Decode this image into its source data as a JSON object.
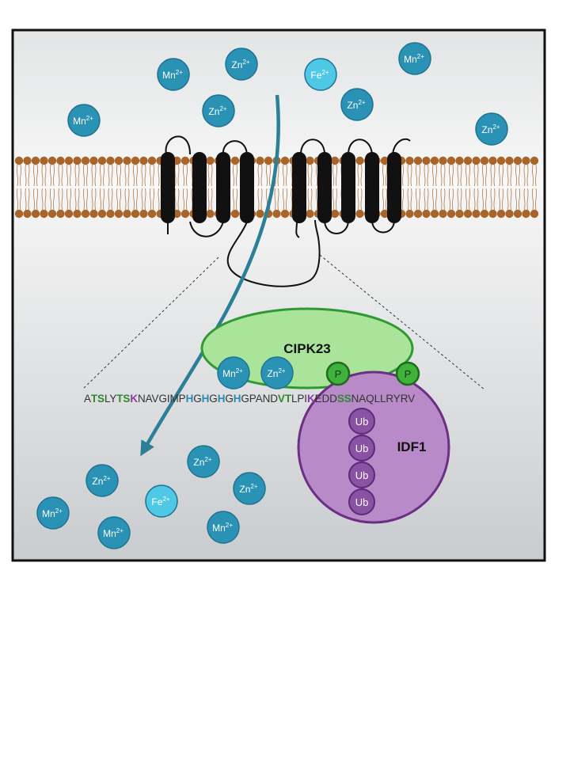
{
  "colors": {
    "membrane_head": "#a8652a",
    "ion": "#2a93b5",
    "ion_fe": "#4fc8e6",
    "ion_stroke": "#1d7390",
    "arrow": "#2b7f97",
    "cipk_fill": "#a9e49a",
    "cipk_stroke": "#2f9a33",
    "idf_fill": "#b88ac8",
    "idf_stroke": "#6b2f86",
    "ub_fill": "#8a52a3",
    "phospho_fill": "#3fb23b",
    "seq_green": "#2d8a2f",
    "seq_blue": "#2a8ab5",
    "seq_purple": "#8a3fa8",
    "seq_default": "#333333"
  },
  "ions_outside": [
    {
      "symbol": "Mn",
      "charge": "2+",
      "type": "mn"
    },
    {
      "symbol": "Zn",
      "charge": "2+",
      "type": "zn"
    },
    {
      "symbol": "Fe",
      "charge": "2+",
      "type": "fe"
    },
    {
      "symbol": "Mn",
      "charge": "2+",
      "type": "mn"
    },
    {
      "symbol": "Mn",
      "charge": "2+",
      "type": "mn"
    },
    {
      "symbol": "Zn",
      "charge": "2+",
      "type": "zn"
    },
    {
      "symbol": "Zn",
      "charge": "2+",
      "type": "zn"
    },
    {
      "symbol": "Zn",
      "charge": "2+",
      "type": "zn"
    }
  ],
  "ions_inside": [
    {
      "symbol": "Zn",
      "charge": "2+",
      "type": "zn"
    },
    {
      "symbol": "Mn",
      "charge": "2+",
      "type": "mn"
    },
    {
      "symbol": "Fe",
      "charge": "2+",
      "type": "fe"
    },
    {
      "symbol": "Zn",
      "charge": "2+",
      "type": "zn"
    },
    {
      "symbol": "Zn",
      "charge": "2+",
      "type": "zn"
    },
    {
      "symbol": "Mn",
      "charge": "2+",
      "type": "mn"
    },
    {
      "symbol": "Mn",
      "charge": "2+",
      "type": "mn"
    }
  ],
  "ions_bound": [
    {
      "symbol": "Mn",
      "charge": "2+",
      "type": "mn"
    },
    {
      "symbol": "Zn",
      "charge": "2+",
      "type": "zn"
    }
  ],
  "cipk23_label": "CIPK23",
  "idf1_label": "IDF1",
  "phospho_label": "P",
  "ub_labels": [
    "Ub",
    "Ub",
    "Ub",
    "Ub"
  ],
  "sequence": [
    {
      "text": "A",
      "color": "default"
    },
    {
      "text": "TS",
      "color": "green"
    },
    {
      "text": "LY",
      "color": "default"
    },
    {
      "text": "TS",
      "color": "green"
    },
    {
      "text": "K",
      "color": "purple"
    },
    {
      "text": "NAVGIMP",
      "color": "default"
    },
    {
      "text": "H",
      "color": "blue"
    },
    {
      "text": "G",
      "color": "default"
    },
    {
      "text": "H",
      "color": "blue"
    },
    {
      "text": "G",
      "color": "default"
    },
    {
      "text": "H",
      "color": "blue"
    },
    {
      "text": "G",
      "color": "default"
    },
    {
      "text": "H",
      "color": "blue"
    },
    {
      "text": "GPAND",
      "color": "default"
    },
    {
      "text": "VT",
      "color": "green"
    },
    {
      "text": "LPI",
      "color": "default"
    },
    {
      "text": "K",
      "color": "purple"
    },
    {
      "text": "EDD",
      "color": "default"
    },
    {
      "text": "SS",
      "color": "green"
    },
    {
      "text": "NAQLLRYRV",
      "color": "default"
    }
  ]
}
